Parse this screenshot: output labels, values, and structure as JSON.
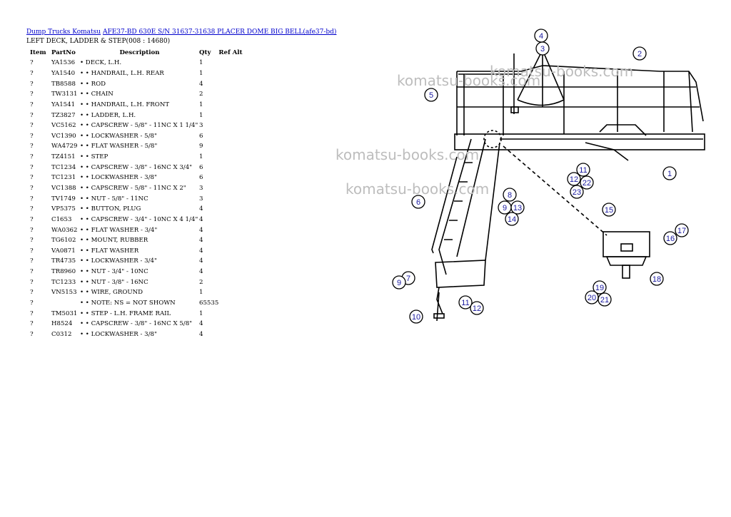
{
  "breadcrumb": {
    "link1": "Dump Trucks Komatsu",
    "link2": "AFE37-BD 630E S/N 31637-31638 PLACER DOME BIG BELL(afe37-bd)"
  },
  "subtitle": "LEFT DECK, LADDER & STEP(008 : 14680)",
  "table": {
    "headers": [
      "Item",
      "PartNo",
      "Description",
      "Qty",
      "Ref Alt"
    ],
    "rows": [
      {
        "item": "?",
        "part": "YA1536",
        "desc": "• DECK, L.H.",
        "qty": "1"
      },
      {
        "item": "?",
        "part": "YA1540",
        "desc": "• • HANDRAIL, L.H. REAR",
        "qty": "1"
      },
      {
        "item": "?",
        "part": "TB8588",
        "desc": "• • ROD",
        "qty": "4"
      },
      {
        "item": "?",
        "part": "TW3131",
        "desc": "• • CHAIN",
        "qty": "2"
      },
      {
        "item": "?",
        "part": "YA1541",
        "desc": "• • HANDRAIL, L.H. FRONT",
        "qty": "1"
      },
      {
        "item": "?",
        "part": "TZ3827",
        "desc": "• • LADDER, L.H.",
        "qty": "1"
      },
      {
        "item": "?",
        "part": "VC5162",
        "desc": "• • CAPSCREW - 5/8\" - 11NC X 1 1/4\"",
        "qty": "3"
      },
      {
        "item": "?",
        "part": "VC1390",
        "desc": "• • LOCKWASHER - 5/8\"",
        "qty": "6"
      },
      {
        "item": "?",
        "part": "WA4729",
        "desc": "• • FLAT WASHER - 5/8\"",
        "qty": "9"
      },
      {
        "item": "?",
        "part": "TZ4151",
        "desc": "• • STEP",
        "qty": "1"
      },
      {
        "item": "?",
        "part": "TC1234",
        "desc": "• • CAPSCREW - 3/8\" - 16NC X 3/4\"",
        "qty": "6"
      },
      {
        "item": "?",
        "part": "TC1231",
        "desc": "• • LOCKWASHER - 3/8\"",
        "qty": "6"
      },
      {
        "item": "?",
        "part": "VC1388",
        "desc": "• • CAPSCREW - 5/8\" - 11NC X 2\"",
        "qty": "3"
      },
      {
        "item": "?",
        "part": "TV1749",
        "desc": "• • NUT - 5/8\" - 11NC",
        "qty": "3"
      },
      {
        "item": "?",
        "part": "VP5375",
        "desc": "• • BUTTON, PLUG",
        "qty": "4"
      },
      {
        "item": "?",
        "part": "C1653",
        "desc": "• • CAPSCREW - 3/4\" - 10NC X 4 1/4\"",
        "qty": "4"
      },
      {
        "item": "?",
        "part": "WA0362",
        "desc": "• • FLAT WASHER - 3/4\"",
        "qty": "4"
      },
      {
        "item": "?",
        "part": "TG6102",
        "desc": "• • MOUNT, RUBBER",
        "qty": "4"
      },
      {
        "item": "?",
        "part": "VA0871",
        "desc": "• • FLAT WASHER",
        "qty": "4"
      },
      {
        "item": "?",
        "part": "TR4735",
        "desc": "• • LOCKWASHER - 3/4\"",
        "qty": "4"
      },
      {
        "item": "?",
        "part": "TR8960",
        "desc": "• • NUT - 3/4\" - 10NC",
        "qty": "4"
      },
      {
        "item": "?",
        "part": "TC1233",
        "desc": "• • NUT - 3/8\" - 16NC",
        "qty": "2"
      },
      {
        "item": "?",
        "part": "VN5153",
        "desc": "• • WIRE, GROUND",
        "qty": "1"
      },
      {
        "item": "?",
        "part": "",
        "desc": "• • NOTE: NS = NOT SHOWN",
        "qty": "65535"
      },
      {
        "item": "?",
        "part": "TM5031",
        "desc": "• • STEP - L.H. FRAME RAIL",
        "qty": "1"
      },
      {
        "item": "?",
        "part": "H8524",
        "desc": "• • CAPSCREW - 3/8\" - 16NC X 5/8\"",
        "qty": "4"
      },
      {
        "item": "?",
        "part": "C0312",
        "desc": "• • LOCKWASHER - 3/8\"",
        "qty": "4"
      }
    ]
  },
  "watermark": "komatsu-books.com",
  "callouts": [
    "1",
    "2",
    "3",
    "4",
    "5",
    "6",
    "7",
    "8",
    "9",
    "10",
    "11",
    "12",
    "13",
    "14",
    "15",
    "16",
    "17",
    "18",
    "19",
    "20",
    "21",
    "22",
    "23"
  ]
}
